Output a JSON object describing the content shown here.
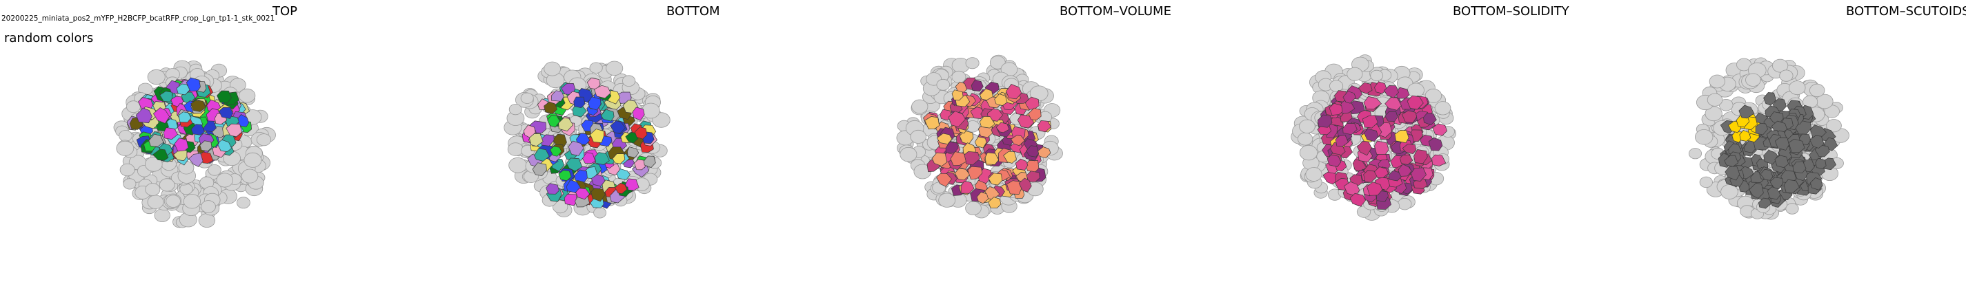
{
  "file_name": "20200225_miniata_pos2_mYFP_H2BCFP_bcatRFP_crop_Lgn_tp1-1_stk_0021",
  "color_mode": "random colors",
  "panels": [
    {
      "title": "TOP",
      "view": "top",
      "coloring": "random"
    },
    {
      "title": "BOTTOM",
      "view": "bottom",
      "coloring": "random"
    },
    {
      "title": "BOTTOM–VOLUME",
      "view": "bottom",
      "coloring": "volume"
    },
    {
      "title": "BOTTOM–SOLIDITY",
      "view": "bottom",
      "coloring": "solidity"
    },
    {
      "title": "BOTTOM–SCUTOIDS",
      "view": "bottom",
      "coloring": "scutoids"
    }
  ],
  "colors": {
    "shell": "#d4d4d4",
    "shell_edge": "#9a9a9a",
    "random_palette": [
      "#2a3ec9",
      "#1fcf3a",
      "#e23fd8",
      "#b58ad8",
      "#0a7f20",
      "#f0a0c8",
      "#6a5a10",
      "#d8d890",
      "#60d0e0",
      "#e03030",
      "#30b0a0",
      "#f0e060",
      "#3050ff",
      "#a050d0",
      "#b0b0b0"
    ],
    "volume_palette": [
      "#e34a8a",
      "#f07a6a",
      "#f4a070",
      "#f8c060",
      "#c0407a",
      "#8a2d7a"
    ],
    "solidity_palette": [
      "#d83a8a",
      "#b8378a",
      "#8f3480",
      "#e0509a",
      "#c43a7d",
      "#ffd040"
    ],
    "scutoid_base": "#6b6b6b",
    "scutoid_highlight": "#ffd400"
  }
}
